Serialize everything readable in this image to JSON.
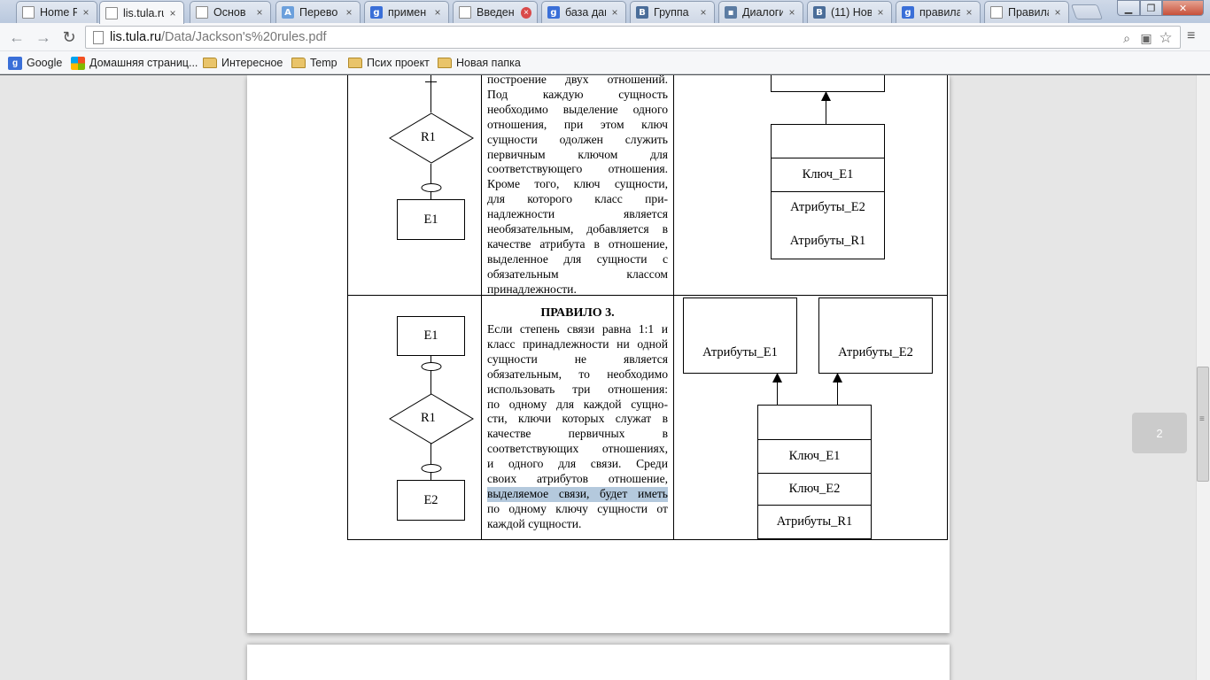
{
  "tabs": [
    {
      "label": "Home P",
      "icon": "doc-icon",
      "close": "×"
    },
    {
      "label": "lis.tula.ru",
      "icon": "doc-icon",
      "close": "×",
      "active": true
    },
    {
      "label": "Основ",
      "icon": "doc-icon",
      "close": "×"
    },
    {
      "label": "Перево",
      "icon": "translate-icon",
      "close": "×"
    },
    {
      "label": "примен",
      "icon": "google-icon",
      "close": "×"
    },
    {
      "label": "Введен",
      "icon": "doc-icon",
      "close": "×"
    },
    {
      "label": "база дан",
      "icon": "google-icon",
      "close": "×"
    },
    {
      "label": "Группа",
      "icon": "vk-icon",
      "close": "×"
    },
    {
      "label": "Диалоги",
      "icon": "dialog-icon",
      "close": "×"
    },
    {
      "label": "(11) Нов",
      "icon": "vk-icon",
      "close": "×"
    },
    {
      "label": "правила",
      "icon": "google-icon",
      "close": "×"
    },
    {
      "label": "Правила",
      "icon": "doc-icon",
      "close": "×"
    }
  ],
  "window_controls": {
    "minimize": "▁",
    "maximize": "❐",
    "close": "✕"
  },
  "address": {
    "host": "lis.tula.ru",
    "path": "/Data/Jackson's%20rules.pdf"
  },
  "nav": {
    "back": "←",
    "forward": "→",
    "reload": "↻",
    "star": "☆",
    "menu": "≡",
    "zoom": "⌕",
    "reader": "▣"
  },
  "bookmarks": [
    {
      "label": "Google",
      "icon": "google-icon"
    },
    {
      "label": "Домашняя страниц...",
      "icon": "windows-icon"
    },
    {
      "label": "Интересное",
      "icon": "folder-icon"
    },
    {
      "label": "Temp",
      "icon": "folder-icon"
    },
    {
      "label": "Псих проект",
      "icon": "folder-icon"
    },
    {
      "label": "Новая папка",
      "icon": "folder-icon"
    }
  ],
  "pdf": {
    "rule2": {
      "text_lines": [
        "построение двух отношений.",
        "Под каждую сущность",
        "необходимо выделение одного",
        "отношения, при этом ключ",
        "сущности одолжен служить",
        "первичным ключом для",
        "соответствующего отношения.",
        "Кроме того, ключ сущности,",
        "для которого класс при-",
        "надлежности является",
        "необязательным, добавляется в",
        "качестве атрибута в отношение,",
        "выделенное для сущности с",
        "обязательным классом",
        "принадлежности."
      ],
      "er_relation": "R1",
      "er_entity": "E1",
      "rel_rows": [
        "Ключ_Е1",
        "Атрибуты_Е2",
        "Атрибуты_R1"
      ]
    },
    "rule3": {
      "title": "ПРАВИЛО 3.",
      "text_lines": [
        "Если степень связи равна 1:1 и",
        "класс принадлежности ни одной",
        "сущности не является",
        "обязательным, то необходимо",
        "использовать три отношения:",
        "по одному для каждой сущно-",
        "сти, ключи которых служат в",
        "качестве первичных в",
        "соответствующих отношениях,",
        "и одного для связи. Среди",
        "своих атрибутов отношение,",
        "выделяемое связи, будет иметь",
        "по одному ключу сущности от",
        "каждой сущности."
      ],
      "er_entity_top": "E1",
      "er_relation": "R1",
      "er_entity_bottom": "E2",
      "table_e1": "Атрибуты_Е1",
      "table_e2": "Атрибуты_Е2",
      "rel_rows": [
        "Ключ_Е1",
        "Ключ_Е2",
        "Атрибуты_R1"
      ]
    }
  },
  "page_indicator": "2"
}
